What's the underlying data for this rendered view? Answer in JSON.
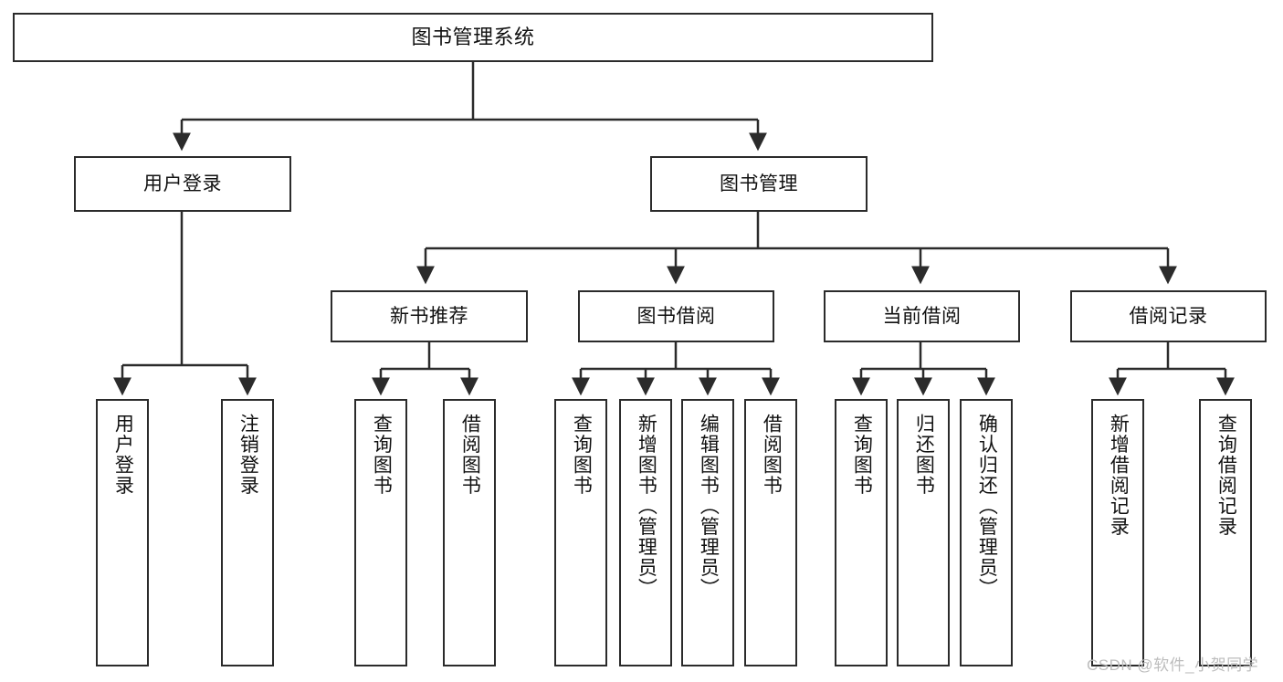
{
  "diagram": {
    "title": "图书管理系统",
    "type": "tree-hierarchy",
    "background_color": "#ffffff",
    "line_color": "#2b2b2b",
    "text_color": "#111111",
    "levels": {
      "root": {
        "label": "图书管理系统"
      },
      "level2": [
        {
          "label": "用户登录"
        },
        {
          "label": "图书管理"
        }
      ],
      "level3": [
        {
          "label": "新书推荐"
        },
        {
          "label": "图书借阅"
        },
        {
          "label": "当前借阅"
        },
        {
          "label": "借阅记录"
        }
      ],
      "leaves": [
        {
          "label": "用户登录",
          "parent": "用户登录"
        },
        {
          "label": "注销登录",
          "parent": "用户登录"
        },
        {
          "label": "查询图书",
          "parent": "新书推荐"
        },
        {
          "label": "借阅图书",
          "parent": "新书推荐"
        },
        {
          "label": "查询图书",
          "parent": "图书借阅"
        },
        {
          "label": "新增图书（管理员）",
          "parent": "图书借阅"
        },
        {
          "label": "编辑图书（管理员）",
          "parent": "图书借阅"
        },
        {
          "label": "借阅图书",
          "parent": "图书借阅"
        },
        {
          "label": "查询图书",
          "parent": "当前借阅"
        },
        {
          "label": "归还图书",
          "parent": "当前借阅"
        },
        {
          "label": "确认归还（管理员）",
          "parent": "当前借阅"
        },
        {
          "label": "新增借阅记录",
          "parent": "借阅记录"
        },
        {
          "label": "查询借阅记录",
          "parent": "借阅记录"
        }
      ]
    }
  },
  "watermark": {
    "text": "CSDN @软件_小贺同学"
  }
}
